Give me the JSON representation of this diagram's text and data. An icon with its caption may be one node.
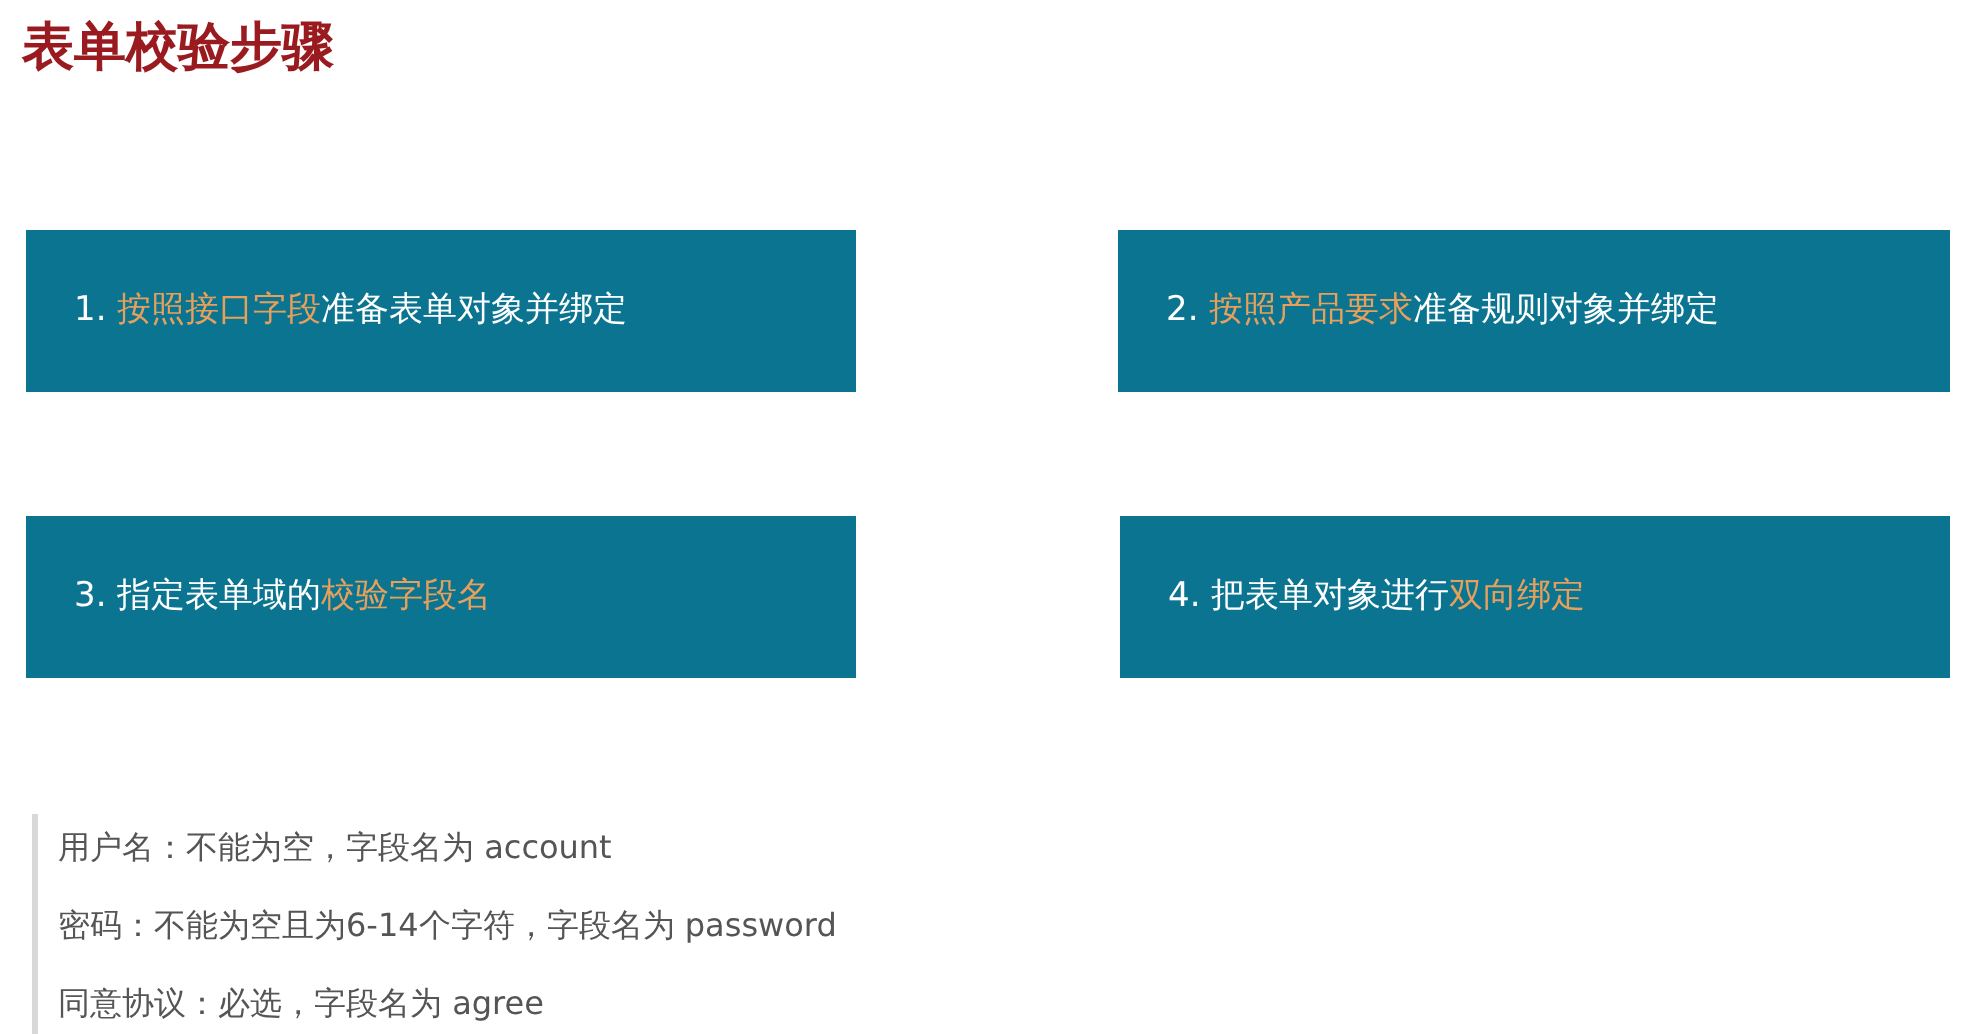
{
  "diagram": {
    "title": "表单校验步骤",
    "nodes": [
      {
        "text": [
          "1. **按照接口字段**准备表单对象并绑定"
        ]
      },
      {
        "text": [
          "2. **按照产品要求**准备规则对象并绑定"
        ]
      },
      {
        "text": [
          "3. 指定表单域的**校验字段名**"
        ]
      },
      {
        "text": [
          "4. 把表单对象进行**双向绑定**"
        ]
      }
    ],
    "labels": [
      "用户名：不能为空，字段名为 account",
      "密码：不能为空且为6-14个字符，字段名为 password",
      "同意协议：必选，字段名为 agree"
    ]
  }
}
